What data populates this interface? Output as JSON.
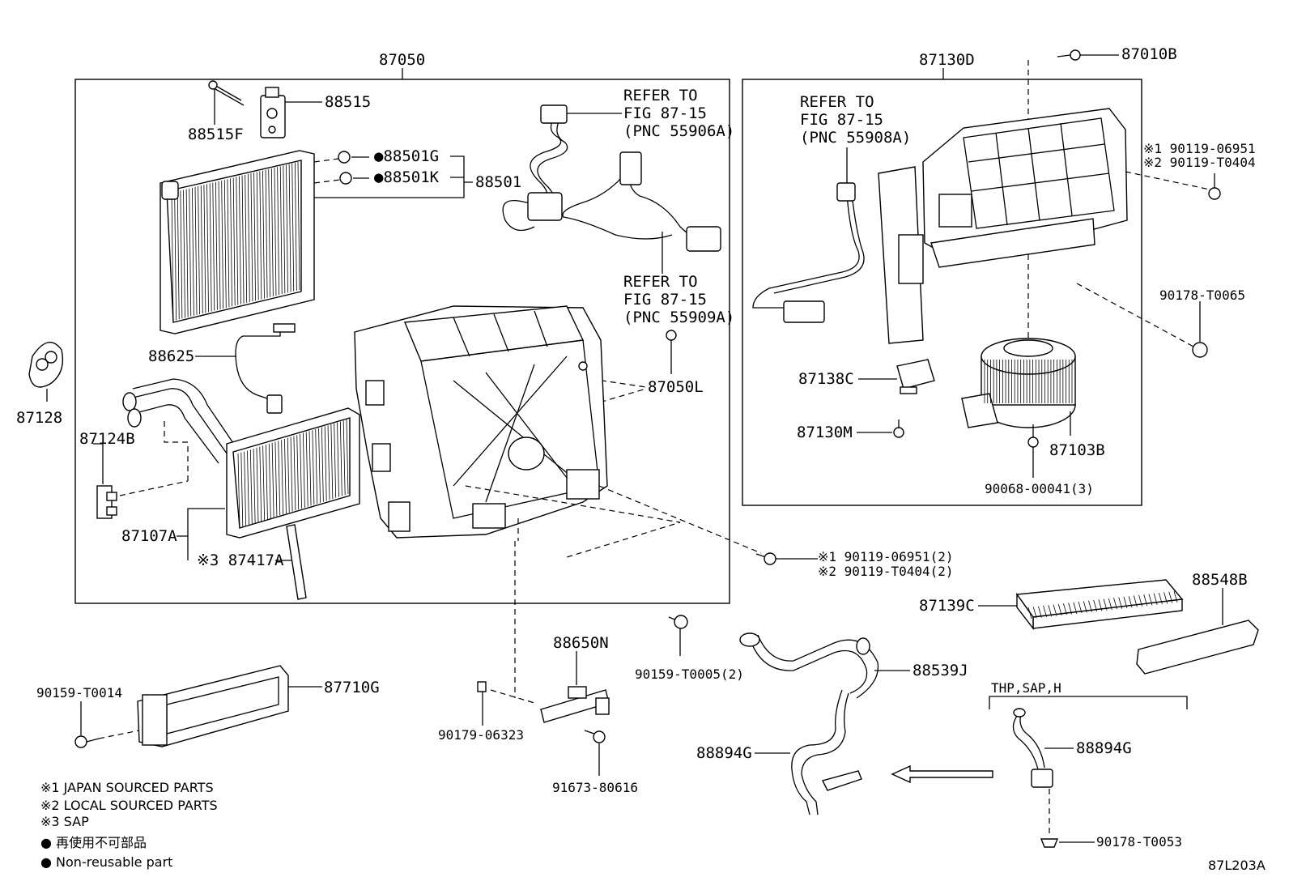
{
  "callouts": {
    "p87050": "87050",
    "p88515": "88515",
    "p88515F": "88515F",
    "p88501G": "●88501G",
    "p88501K": "●88501K",
    "p88501": "88501",
    "p88625": "88625",
    "p87128": "87128",
    "p87124B": "87124B",
    "p87107A": "87107A",
    "p87417A": "※3 87417A",
    "p87050L": "87050L",
    "p87130D": "87130D",
    "p87010B": "87010B",
    "p90119a_1": "※1 90119-06951",
    "p90119a_2": "※2 90119-T0404",
    "p90178_T0065": "90178-T0065",
    "p87138C": "87138C",
    "p87130M": "87130M",
    "p87103B": "87103B",
    "p90068": "90068-00041(3)",
    "p90119b_1": "※1 90119-06951(2)",
    "p90119b_2": "※2 90119-T0404(2)",
    "p87139C": "87139C",
    "p88548B": "88548B",
    "p88650N": "88650N",
    "p90159_T0005": "90159-T0005(2)",
    "p88539J": "88539J",
    "p90159_T0014": "90159-T0014",
    "p87710G": "87710G",
    "p90179": "90179-06323",
    "p91673": "91673-80616",
    "p88894G_a": "88894G",
    "p88894G_b": "88894G",
    "p90178_T0053": "90178-T0053",
    "thp": "THP,SAP,H"
  },
  "refer": {
    "a": [
      "REFER TO",
      "FIG 87-15",
      "(PNC 55906A)"
    ],
    "b": [
      "REFER TO",
      "FIG 87-15",
      "(PNC 55909A)"
    ],
    "c": [
      "REFER TO",
      "FIG 87-15",
      "(PNC 55908A)"
    ]
  },
  "legend": {
    "l1": "※1 JAPAN SOURCED PARTS",
    "l2": "※2 LOCAL SOURCED PARTS",
    "l3": "※3 SAP",
    "l4": "● 再使用不可部品",
    "l5": "● Non-reusable part"
  },
  "figure_id": "87L203A"
}
